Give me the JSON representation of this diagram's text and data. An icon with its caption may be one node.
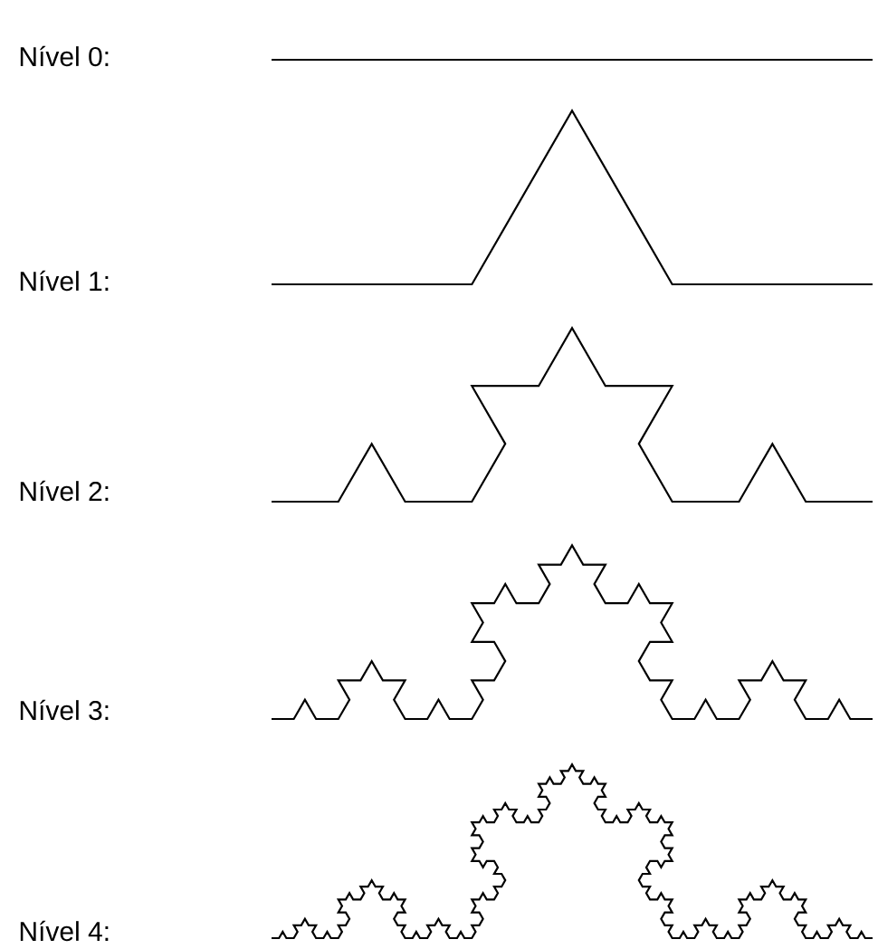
{
  "diagram": {
    "labels": [
      "Nível 0:",
      "Nível 1:",
      "Nível 2:",
      "Nível 3:",
      "Nível 4:"
    ]
  }
}
